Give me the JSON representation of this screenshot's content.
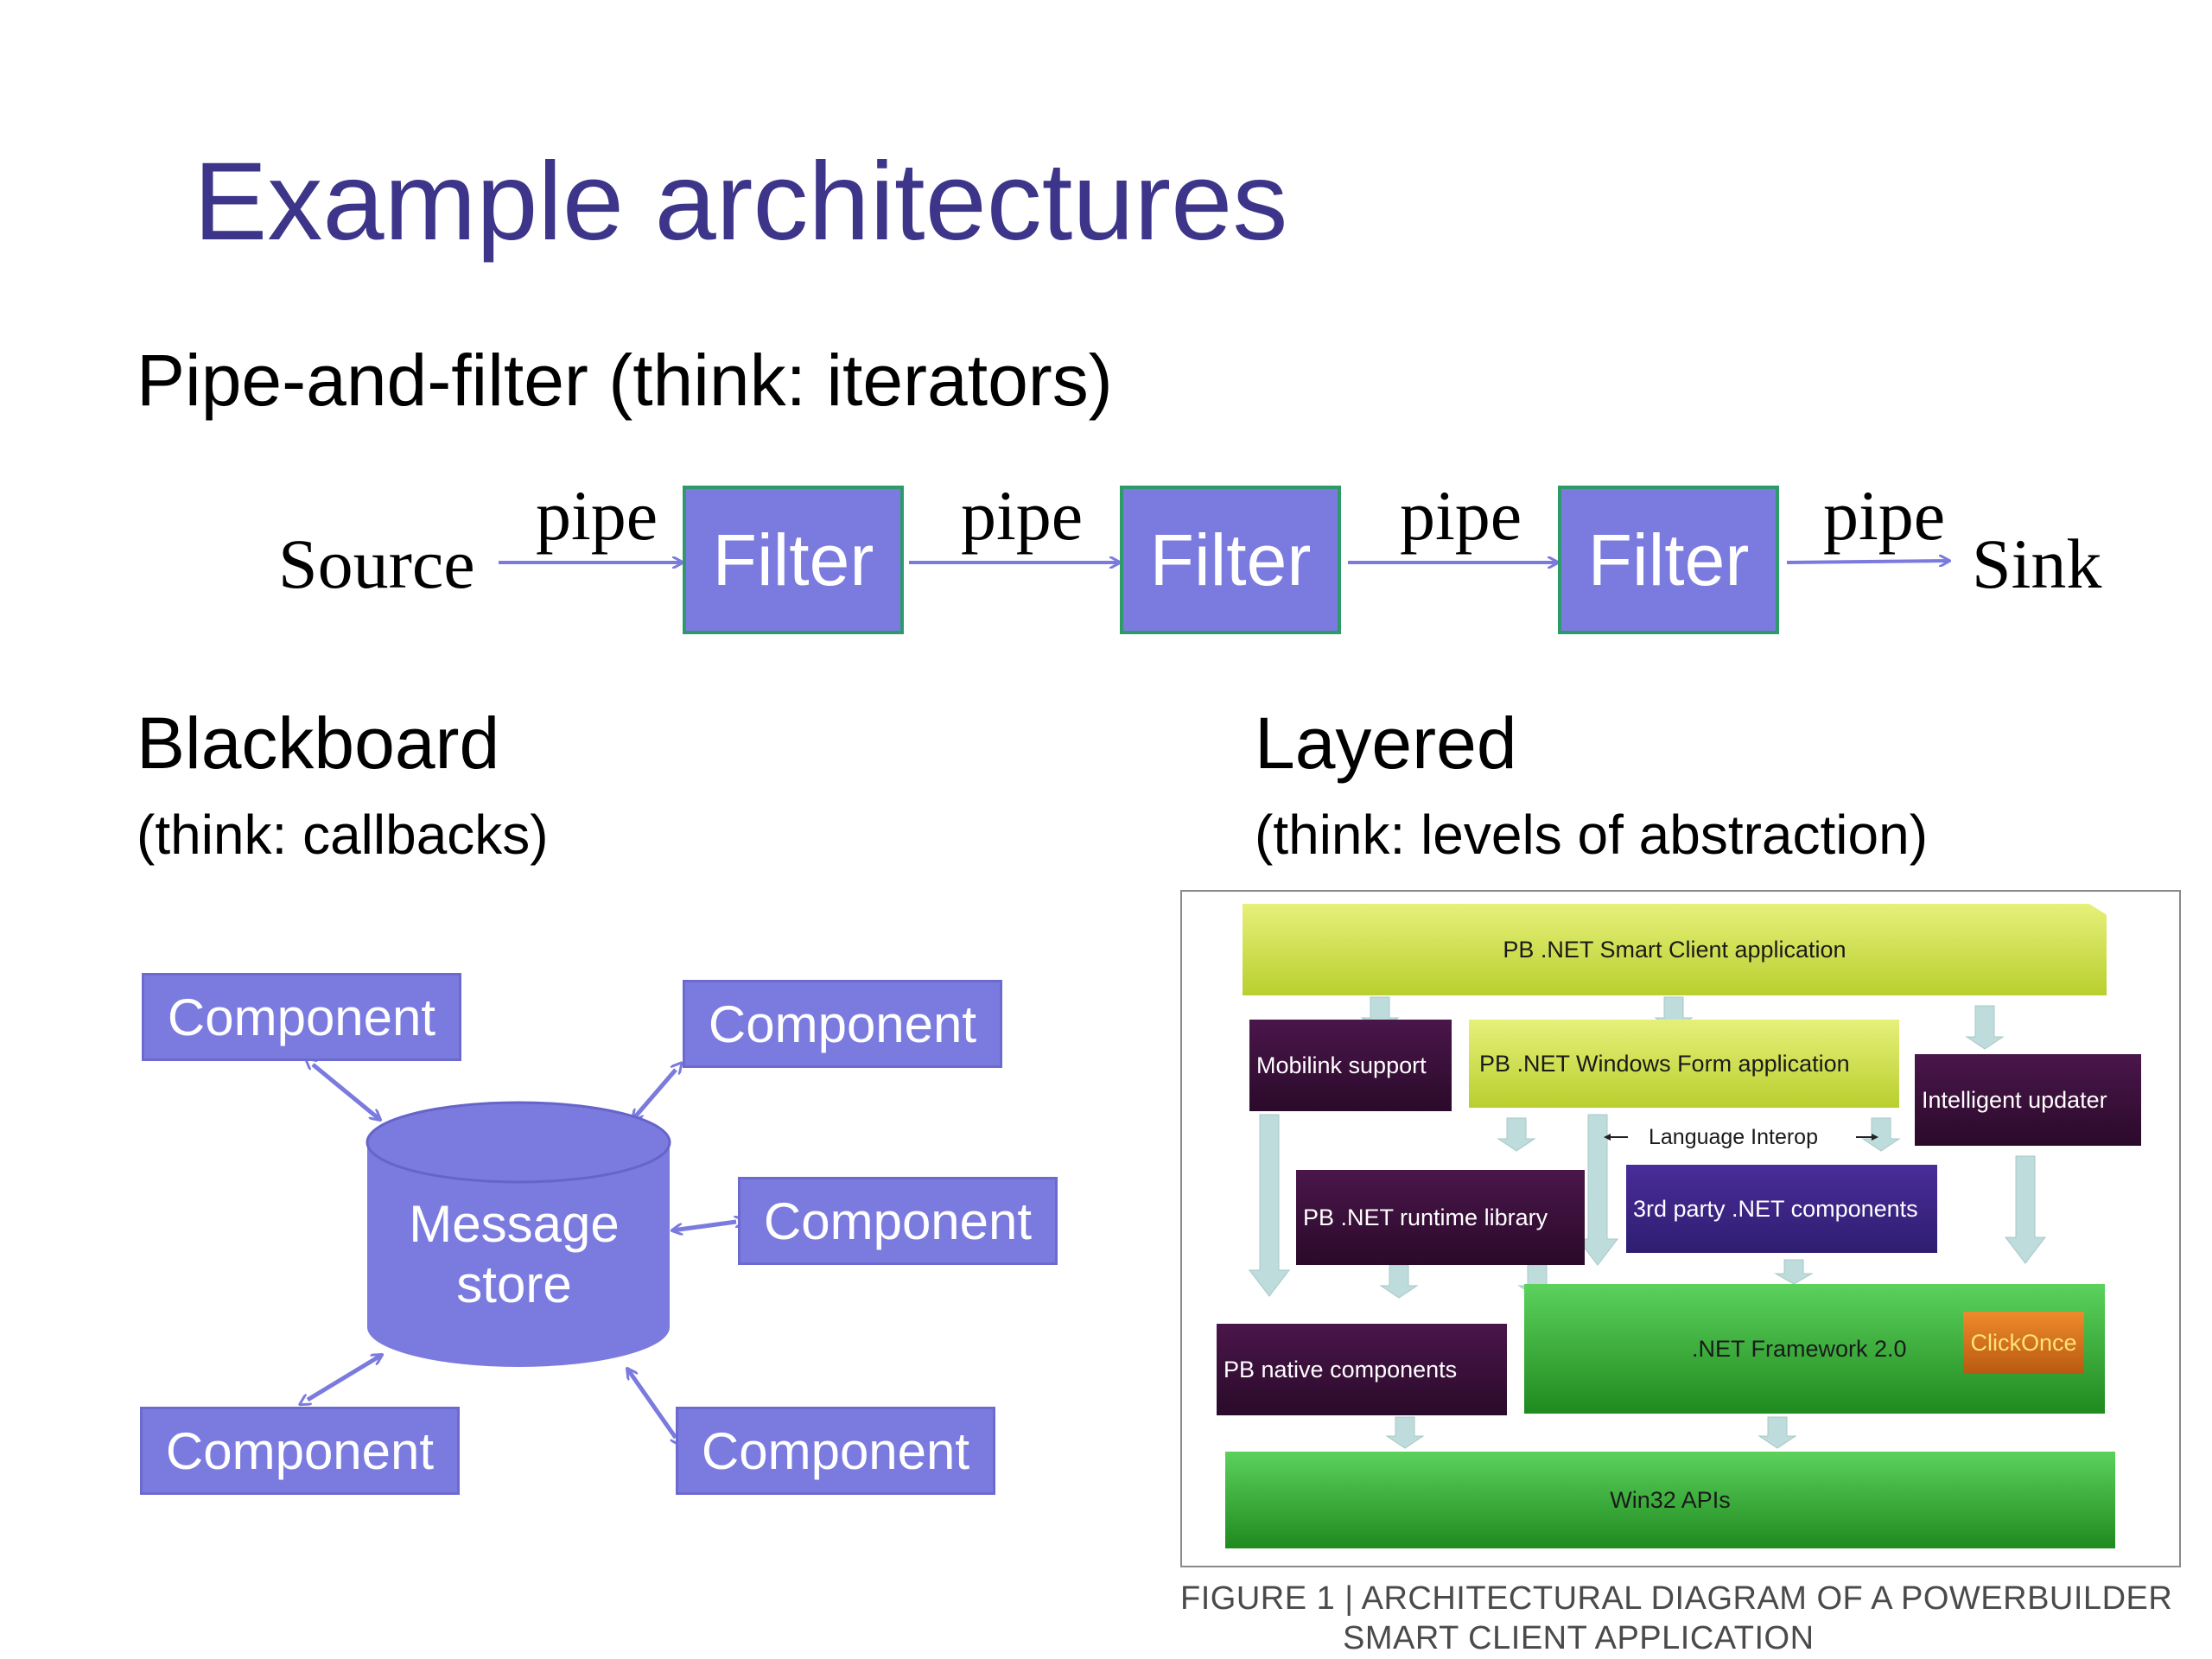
{
  "slide": {
    "title": "Example architectures",
    "pipe_section": {
      "heading": "Pipe-and-filter (think: iterators)",
      "source": "Source",
      "sink": "Sink",
      "pipe_label": "pipe",
      "filter_label": "Filter"
    },
    "blackboard": {
      "heading": "Blackboard",
      "subheading": "(think: callbacks)",
      "store_line1": "Message",
      "store_line2": "store",
      "component_label": "Component"
    },
    "layered": {
      "heading": "Layered",
      "subheading": "(think: levels of abstraction)",
      "layers": {
        "smart_client": "PB .NET Smart Client application",
        "mobilink": "Mobilink support",
        "winform": "PB .NET Windows Form application",
        "intelligent": "Intelligent updater",
        "interop": "Language Interop",
        "runtime": "PB .NET runtime library",
        "third_party": "3rd party .NET components",
        "native": "PB native components",
        "framework": ".NET Framework 2.0",
        "clickonce": "ClickOnce",
        "win32": "Win32 APIs"
      },
      "caption_line1": "FIGURE 1 | ARCHITECTURAL DIAGRAM OF A POWERBUILDER",
      "caption_line2": "SMART CLIENT APPLICATION"
    },
    "colors": {
      "title": "#3d3589",
      "box_fill": "#7b7bdf",
      "filter_border": "#2e9a6a",
      "arrow": "#7b7bdf",
      "yellow_layer": "#c9dc3a",
      "dark_layer": "#3a0f3a",
      "purple_layer": "#3a2a80",
      "green_layer": "#2fa02f",
      "orange": "#d9731f"
    }
  }
}
